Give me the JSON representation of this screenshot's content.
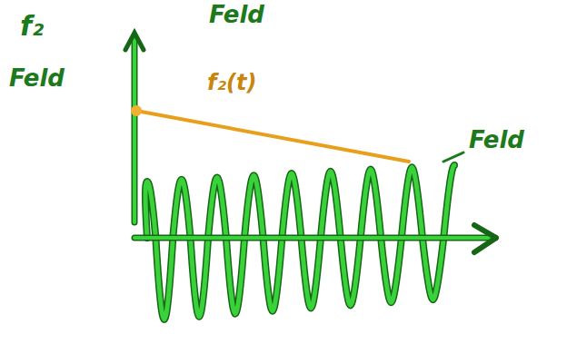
{
  "diagram": {
    "labels": [
      "f₂",
      "Feld",
      "Feld",
      "f₂(t)",
      "Feld"
    ]
  }
}
